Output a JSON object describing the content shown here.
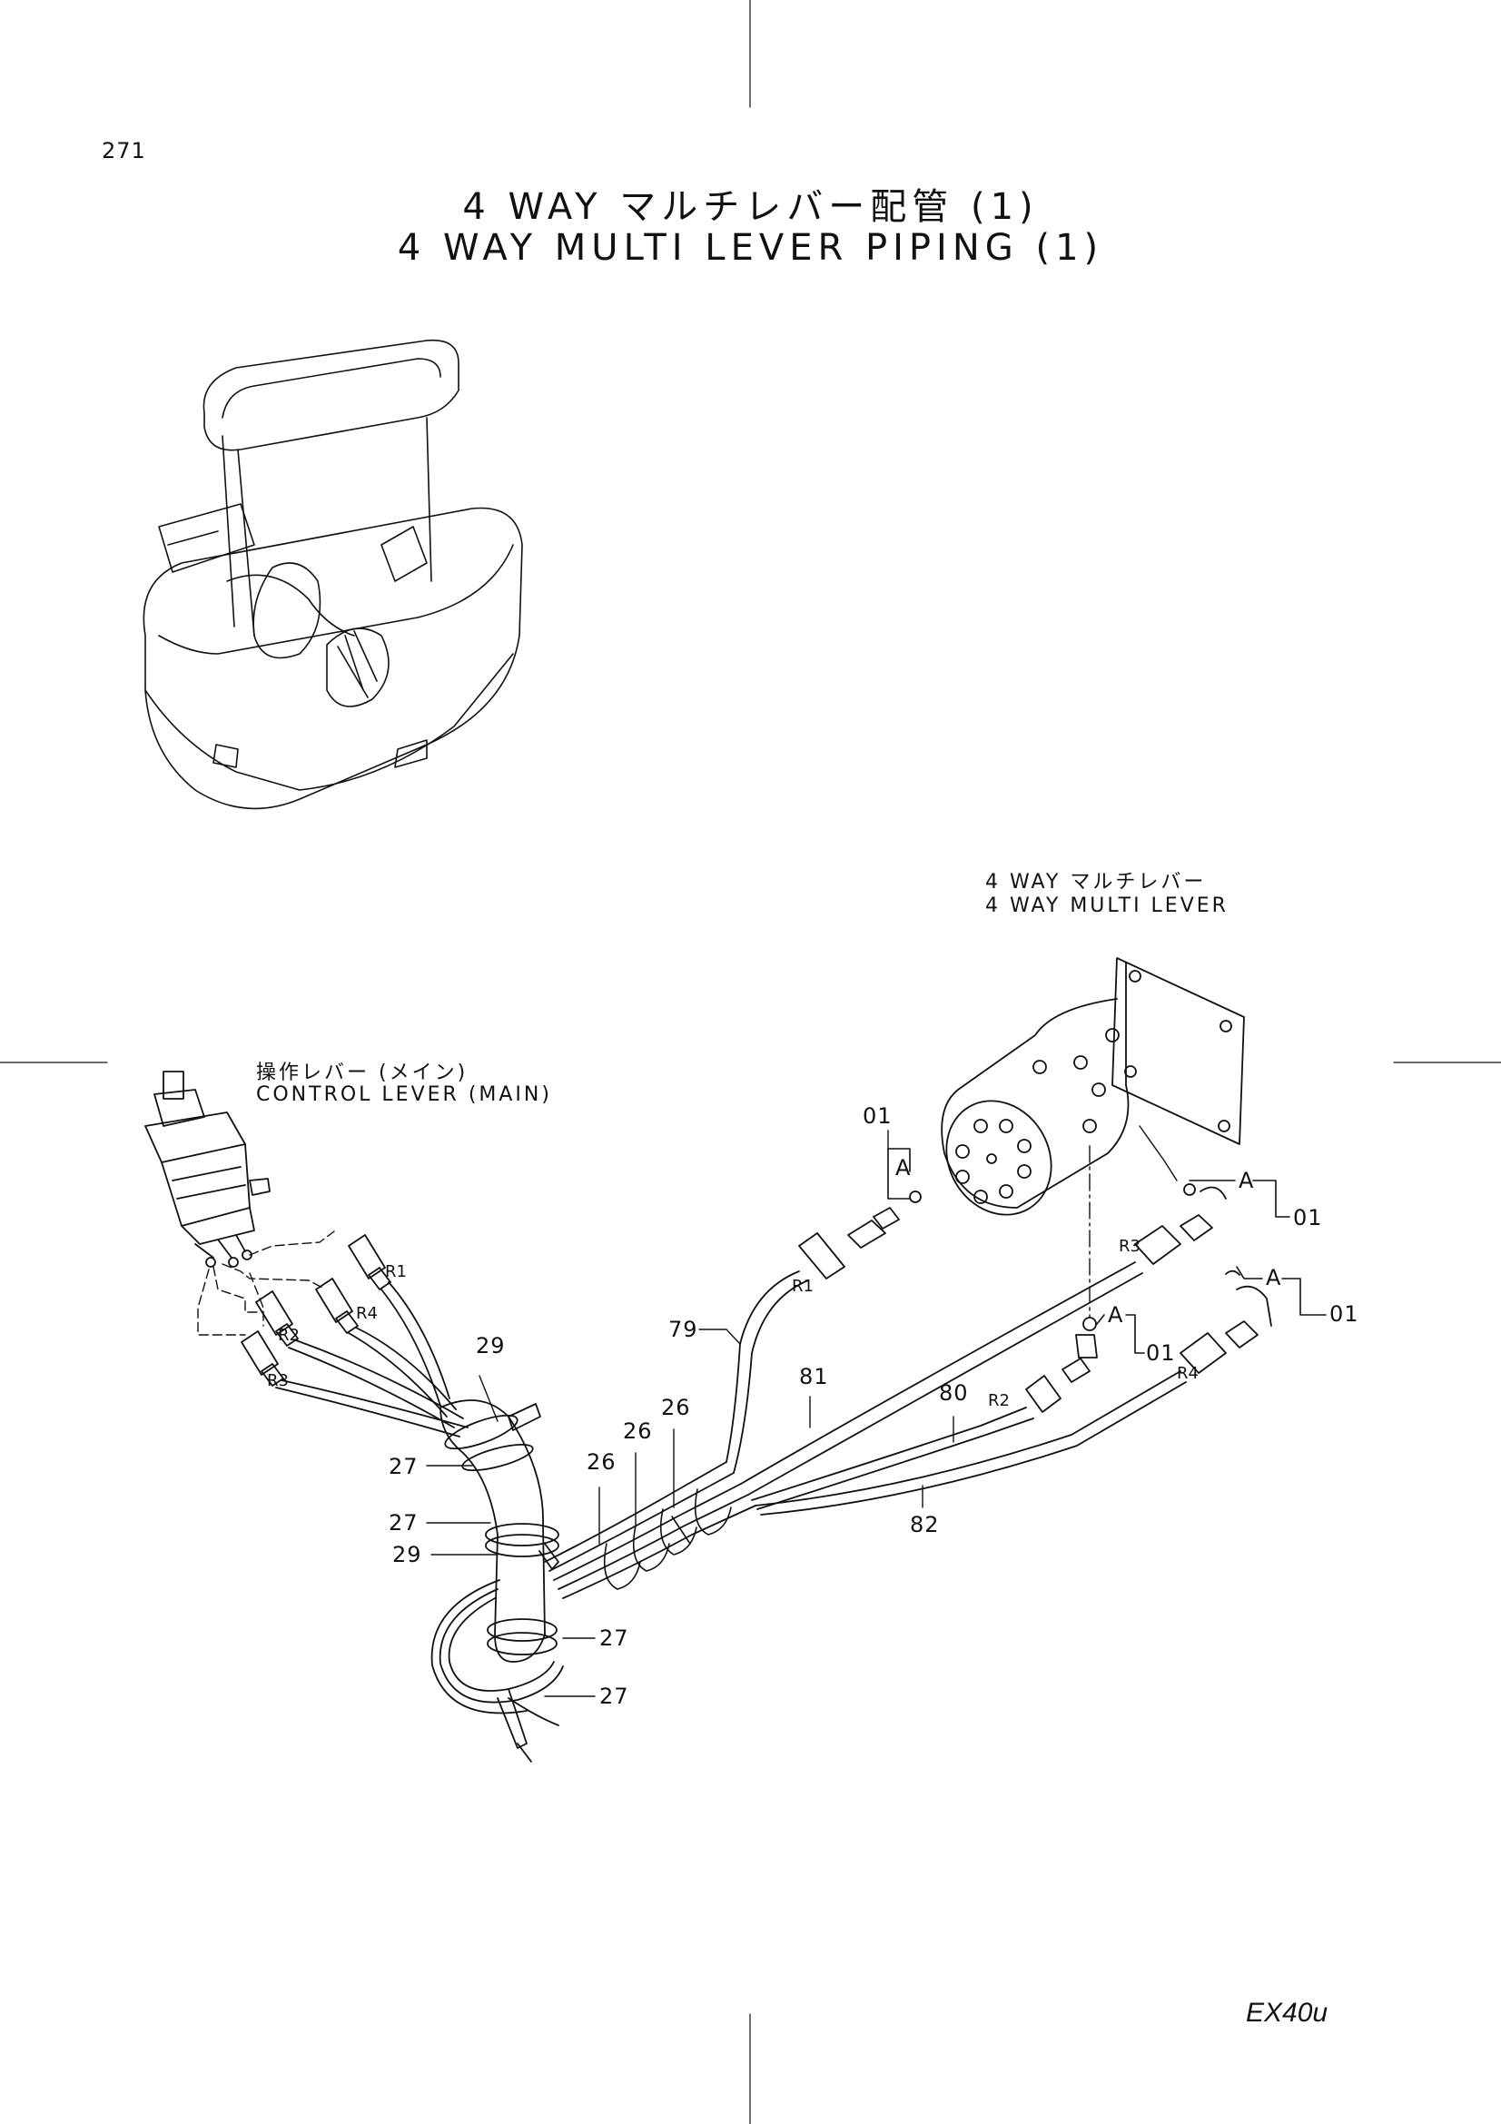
{
  "page_number": "271",
  "title_jp": "4 WAY マルチレバー配管 (1)",
  "title_en": "4 WAY MULTI LEVER PIPING (1)",
  "model": "EX40u",
  "labels": {
    "multi_lever_jp": "4 WAY マルチレバー",
    "multi_lever_en": "4 WAY MULTI LEVER",
    "control_lever_jp": "操作レバー (メイン)",
    "control_lever_en": "CONTROL LEVER (MAIN)"
  },
  "callouts": {
    "p01a": "01",
    "p01b": "01",
    "p01c": "01",
    "p01d": "01",
    "A1": "A",
    "A2": "A",
    "A3": "A",
    "A4": "A",
    "p29a": "29",
    "p29b": "29",
    "p27a": "27",
    "p27b": "27",
    "p27c": "27",
    "p27d": "27",
    "p26a": "26",
    "p26b": "26",
    "p26c": "26",
    "p79": "79",
    "p81": "81",
    "p80": "80",
    "p82": "82"
  },
  "port_labels": {
    "R1a": "R1",
    "R4a": "R4",
    "R2a": "R2",
    "R3a": "R3",
    "R1b": "R1",
    "R3b": "R3",
    "R2b": "R2",
    "R4b": "R4"
  }
}
